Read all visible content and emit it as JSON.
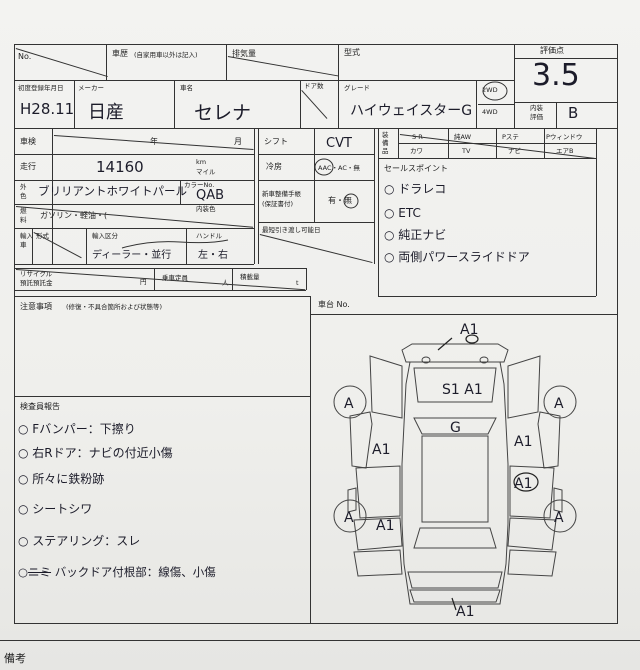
{
  "header": {
    "no_label": "No.",
    "history_label": "車歴",
    "history_note": "(自家用車以外は記入)",
    "displacement_label": "排気量",
    "model_type_label": "型式",
    "score_label": "評価点",
    "score_value": "3.5"
  },
  "registration": {
    "first_reg_label": "初度登録年月日",
    "first_reg_value": "H28.11",
    "maker_label": "メーカー",
    "maker_value": "日産",
    "car_name_label": "車名",
    "car_name_value": "セレナ",
    "door_label": "ドア数",
    "grade_label": "グレード",
    "grade_value": "ハイウェイスターG",
    "drive_2wd": "2WD",
    "drive_4wd": "4WD",
    "interior_label": "内装",
    "interior_label2": "評価",
    "interior_value": "B"
  },
  "vehicle": {
    "inspection_label": "車検",
    "year_label": "年",
    "month_label": "月",
    "mileage_label": "走行",
    "mileage_value": "14160",
    "km_label": "km",
    "mile_label": "マイル",
    "exterior_label1": "外",
    "exterior_label2": "色",
    "exterior_value": "ブリリアントホワイトパール",
    "color_no_label": "カラーNo.",
    "color_no_value": "QAB",
    "interior_color_label": "内装色",
    "fuel_label1": "燃",
    "fuel_label2": "料",
    "fuel_options": "ガソリン・軽油・(",
    "import_label1": "輸入",
    "import_label2": "車",
    "import_type_label": "形式",
    "import_dist_label": "輸入区分",
    "import_dist_value": "ディーラー・並行",
    "handle_label": "ハンドル",
    "handle_value": "左・右",
    "recycle_label1": "リサイクル",
    "recycle_label2": "預託預託金",
    "yen_label": "円",
    "capacity_label": "乗車定員",
    "person_label": "人",
    "load_label": "積載量",
    "kg_label": "t"
  },
  "equipment": {
    "shift_label": "シフト",
    "shift_value": "CVT",
    "ac_label": "冷房",
    "ac_value": "AAC・AC・無",
    "manual_label1": "新車整備手帳",
    "manual_label2": "(保証書付)",
    "manual_value": "有・無",
    "delivery_label": "最短引き渡し可能日",
    "std_label": "装備品",
    "options_row1": [
      "S R",
      "純AW",
      "Pステ",
      "Pウィンドウ"
    ],
    "options_row2": [
      "カワ",
      "TV",
      "ナビ",
      "エアB"
    ]
  },
  "sales_points": {
    "label": "セールスポイント",
    "items": [
      "ドラレコ",
      "ETC",
      "純正ナビ",
      "両側パワースライドドア"
    ]
  },
  "notes": {
    "caution_label": "注意事項",
    "caution_note": "(修復・不具合箇所および状態等)",
    "chassis_label": "車台 No."
  },
  "inspector": {
    "label": "検査員報告",
    "items": [
      "Fバンパー：下擦り",
      "右Rドア：ナビの付近小傷",
      "所々に鉄粉跡",
      "シートシワ",
      "ステアリング：スレ",
      "バックドア付根部：線傷、小傷"
    ]
  },
  "diagram": {
    "marks": [
      "A1",
      "S1 A1",
      "G",
      "A1",
      "A1",
      "A1",
      "A1",
      "A1",
      "A",
      "A",
      "A",
      "A"
    ]
  },
  "footer": {
    "remarks_label": "備考"
  }
}
